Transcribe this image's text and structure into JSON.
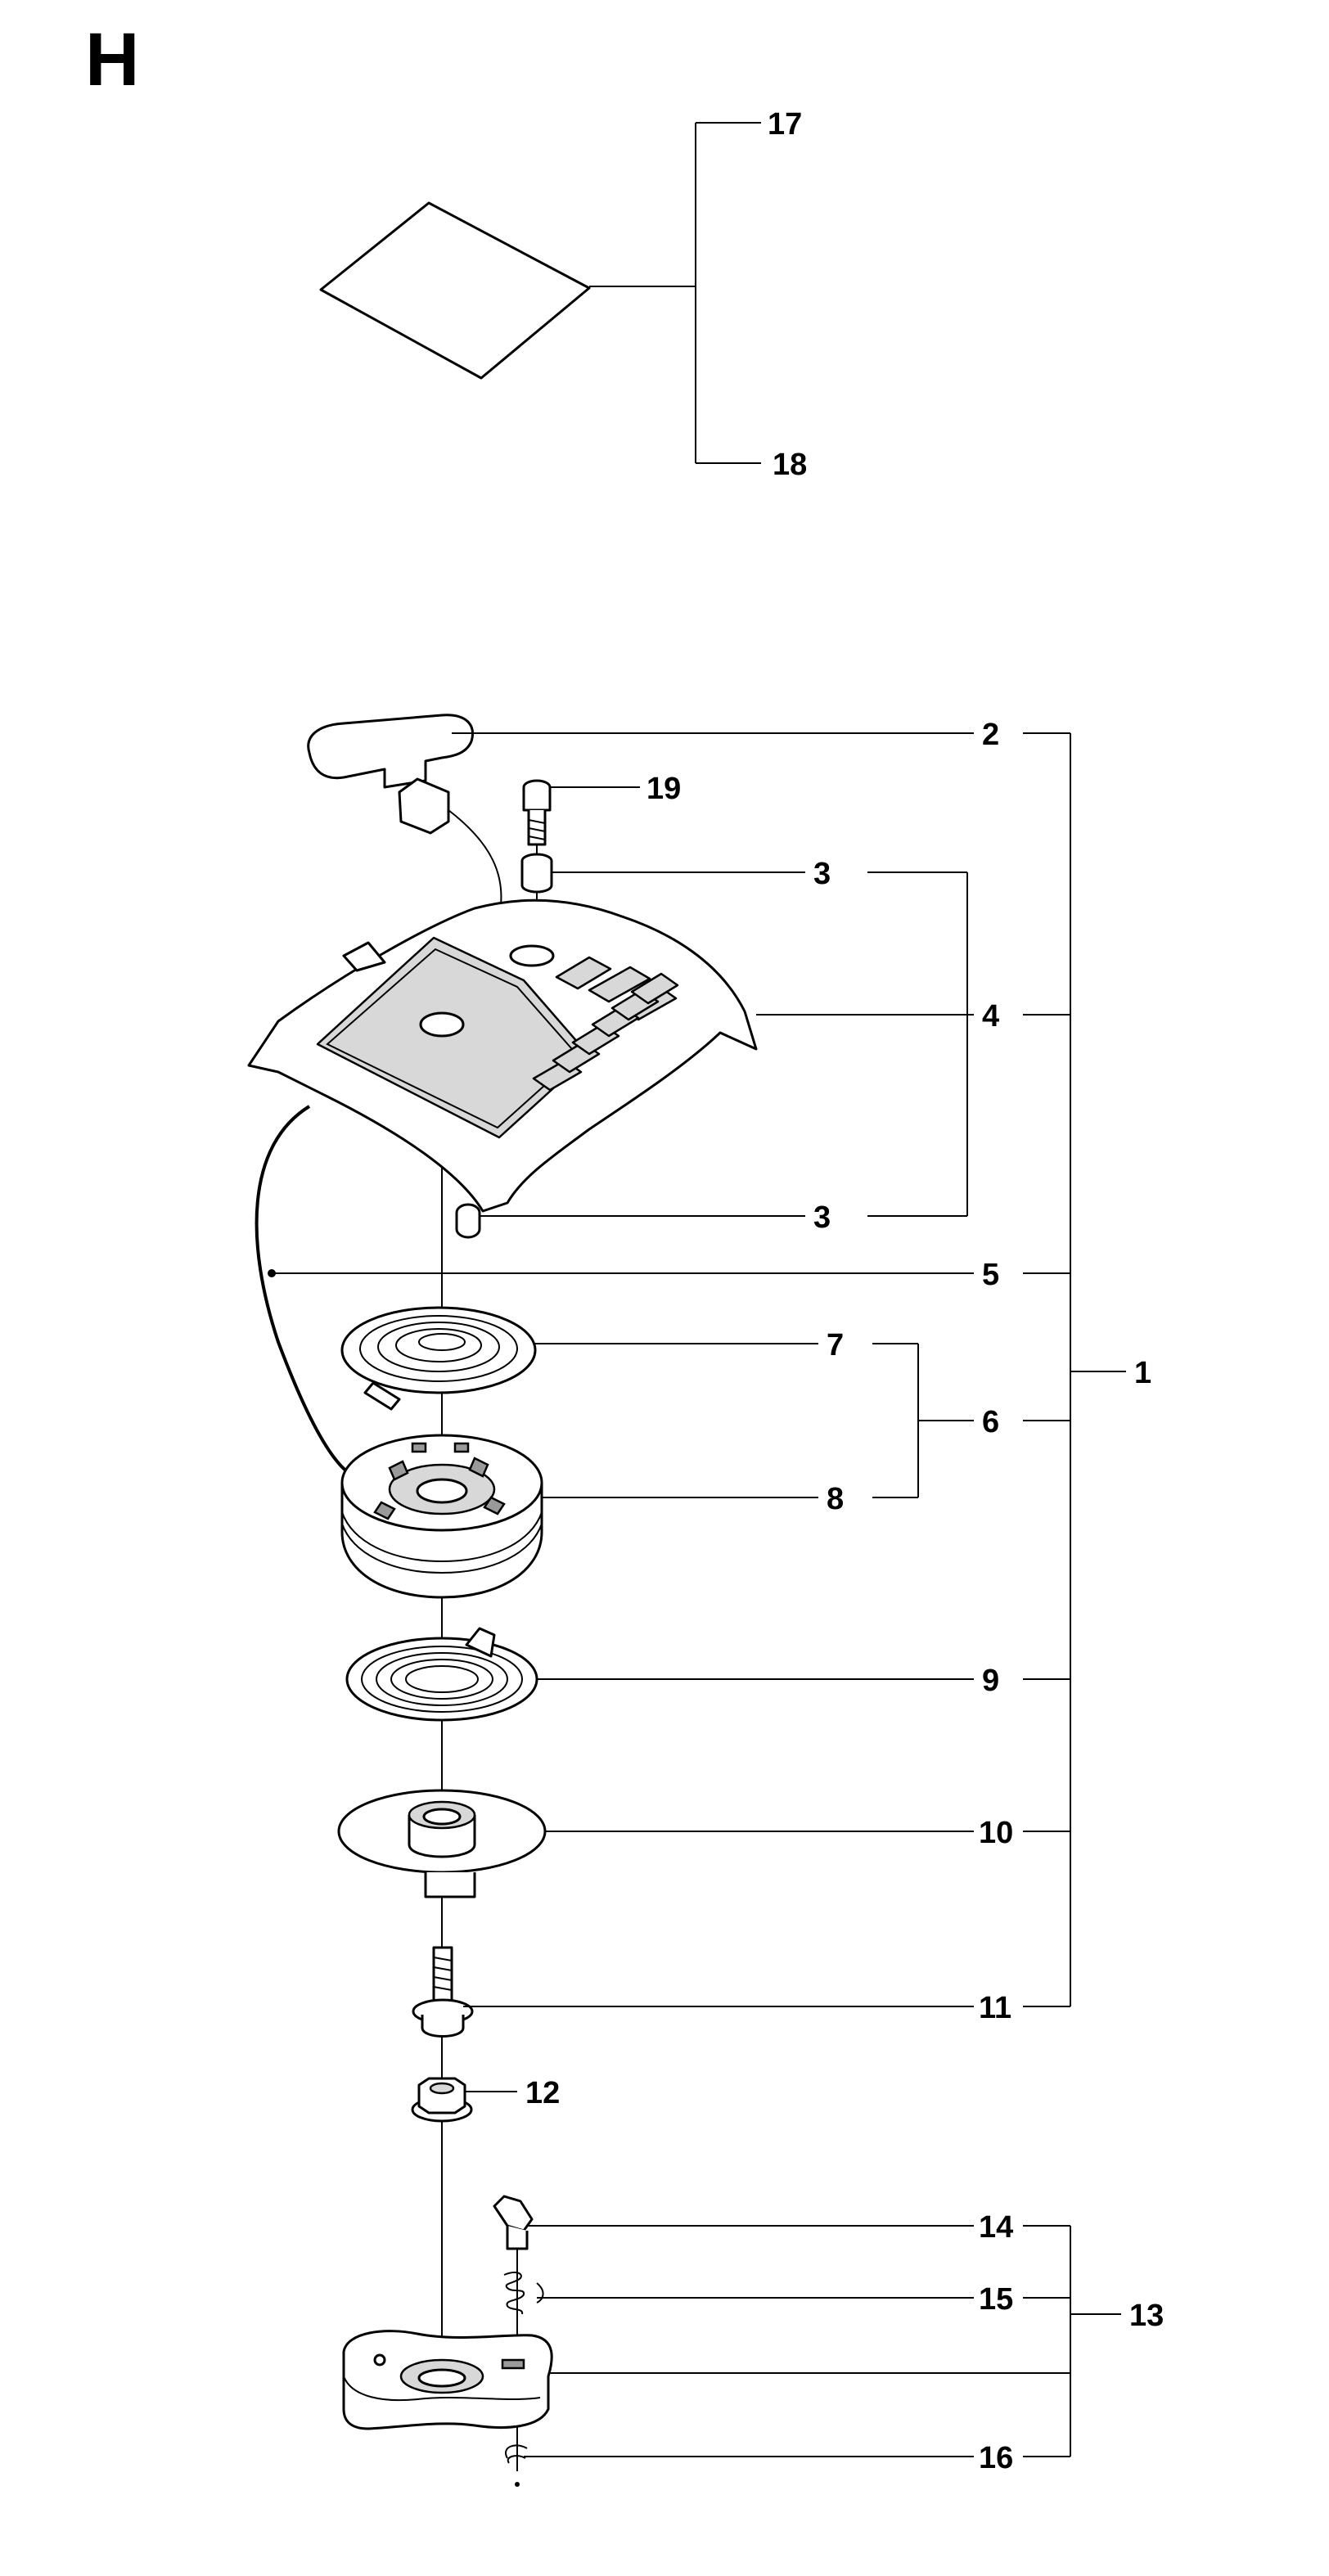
{
  "section_label": "H",
  "callouts": {
    "c1": "1",
    "c2": "2",
    "c3a": "3",
    "c3b": "3",
    "c4": "4",
    "c5": "5",
    "c6": "6",
    "c7": "7",
    "c8": "8",
    "c9": "9",
    "c10": "10",
    "c11": "11",
    "c12": "12",
    "c13": "13",
    "c14": "14",
    "c15": "15",
    "c16": "16",
    "c17": "17",
    "c18": "18",
    "c19": "19"
  }
}
